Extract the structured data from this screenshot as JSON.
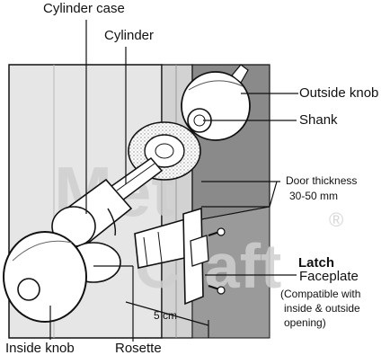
{
  "labels": {
    "cylinder_case": "Cylinder case",
    "cylinder": "Cylinder",
    "outside_knob": "Outside knob",
    "shank": "Shank",
    "door_thickness_line1": "Door thickness",
    "door_thickness_line2": "30-50 mm",
    "latch": "Latch",
    "faceplate": "Faceplate",
    "compat_line1": "(Compatible with",
    "compat_line2": "inside & outside",
    "compat_line3": "opening)",
    "dim_5cm": "5 cm",
    "inside_knob": "Inside knob",
    "rosette": "Rosette"
  },
  "watermark": {
    "line1": "Met",
    "line2": "Craft",
    "registered": "®"
  },
  "colors": {
    "door_face": "#e6e6e6",
    "door_edge": "#8a8a8a",
    "line": "#111111",
    "watermark": "#cfcfcf"
  }
}
